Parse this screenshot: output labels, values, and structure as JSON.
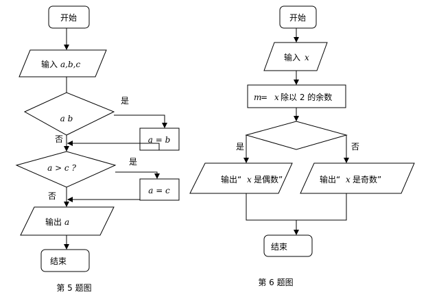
{
  "fig5": {
    "start": "开始",
    "input_prefix": "输入",
    "input_vars": "a,b,c",
    "decision1": "a  b ",
    "yes1": "是",
    "assign1": "a = b",
    "no1": "否",
    "decision2": "a > c ?",
    "yes2": "是",
    "assign2": "a = c",
    "no2": "否",
    "output_prefix": "输出",
    "output_var": "a",
    "end": "结束",
    "caption": "第 5 题图"
  },
  "fig6": {
    "start": "开始",
    "input_prefix": "输入",
    "input_var": "x",
    "process_var1": "m",
    "process_eq": " = ",
    "process_var2": "x",
    "process_text": "除以 2 的余数",
    "yes": "是",
    "no": "否",
    "out_left_prefix": "输出“",
    "out_left_var": "x",
    "out_left_suffix": "是偶数”",
    "out_right_prefix": "输出“",
    "out_right_var": "x",
    "out_right_suffix": "是奇数”",
    "end": "结束",
    "caption": "第 6 题图"
  }
}
